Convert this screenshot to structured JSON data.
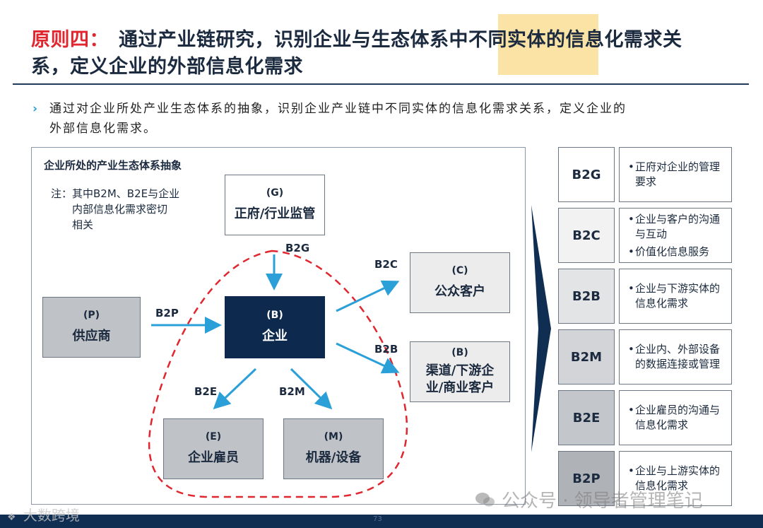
{
  "header": {
    "title_prefix": "原则四：",
    "title_line1": "通过产业链研究，识别企业与生态体系中不同实体的信息化需求关",
    "title_line2": "系，定义企业的外部信息化需求"
  },
  "bullet": {
    "icon": "chevron-right",
    "line1": "通过对企业所处产业生态体系的抽象，识别企业产业链中不同实体的信息化需求关系，定义企业的",
    "line2": "外部信息化需求。"
  },
  "diagram": {
    "title": "企业所处的产业生态体系抽象",
    "note_line1": "注：其中B2M、B2E与企业",
    "note_line2": "内部信息化需求密切",
    "note_line3": "相关",
    "nodes": {
      "gov": {
        "code": "(G)",
        "name": "正府/行业监管"
      },
      "supplier": {
        "code": "(P)",
        "name": "供应商"
      },
      "enterprise": {
        "code": "(B)",
        "name": "企业"
      },
      "public": {
        "code": "(C)",
        "name": "公众客户"
      },
      "channel": {
        "code": "(B)",
        "name_line1": "渠道/下游企",
        "name_line2": "业/商业客户"
      },
      "employee": {
        "code": "(E)",
        "name": "企业雇员"
      },
      "machine": {
        "code": "(M)",
        "name": "机器/设备"
      }
    },
    "edges": {
      "b2g": "B2G",
      "b2p": "B2P",
      "b2c": "B2C",
      "b2b": "B2B",
      "b2e": "B2E",
      "b2m": "B2M"
    },
    "arrow_color": "#2ba0d8",
    "dashed_color": "#e0262e"
  },
  "table": [
    {
      "code": "B2G",
      "items": [
        "正府对企业的管理要求"
      ]
    },
    {
      "code": "B2C",
      "items": [
        "企业与客户的沟通与互动",
        "价值化信息服务"
      ]
    },
    {
      "code": "B2B",
      "items": [
        "企业与下游实体的信息化需求"
      ]
    },
    {
      "code": "B2M",
      "items": [
        "企业内、外部设备的数据连接或管理"
      ]
    },
    {
      "code": "B2E",
      "items": [
        "企业雇员的沟通与信息化需求"
      ]
    },
    {
      "code": "B2P",
      "items": [
        "企业与上游实体的信息化需求"
      ]
    }
  ],
  "footer": {
    "page_number": "73",
    "watermark_right": "公众号 · 领导者管理笔记",
    "watermark_left": "大数跨境"
  }
}
